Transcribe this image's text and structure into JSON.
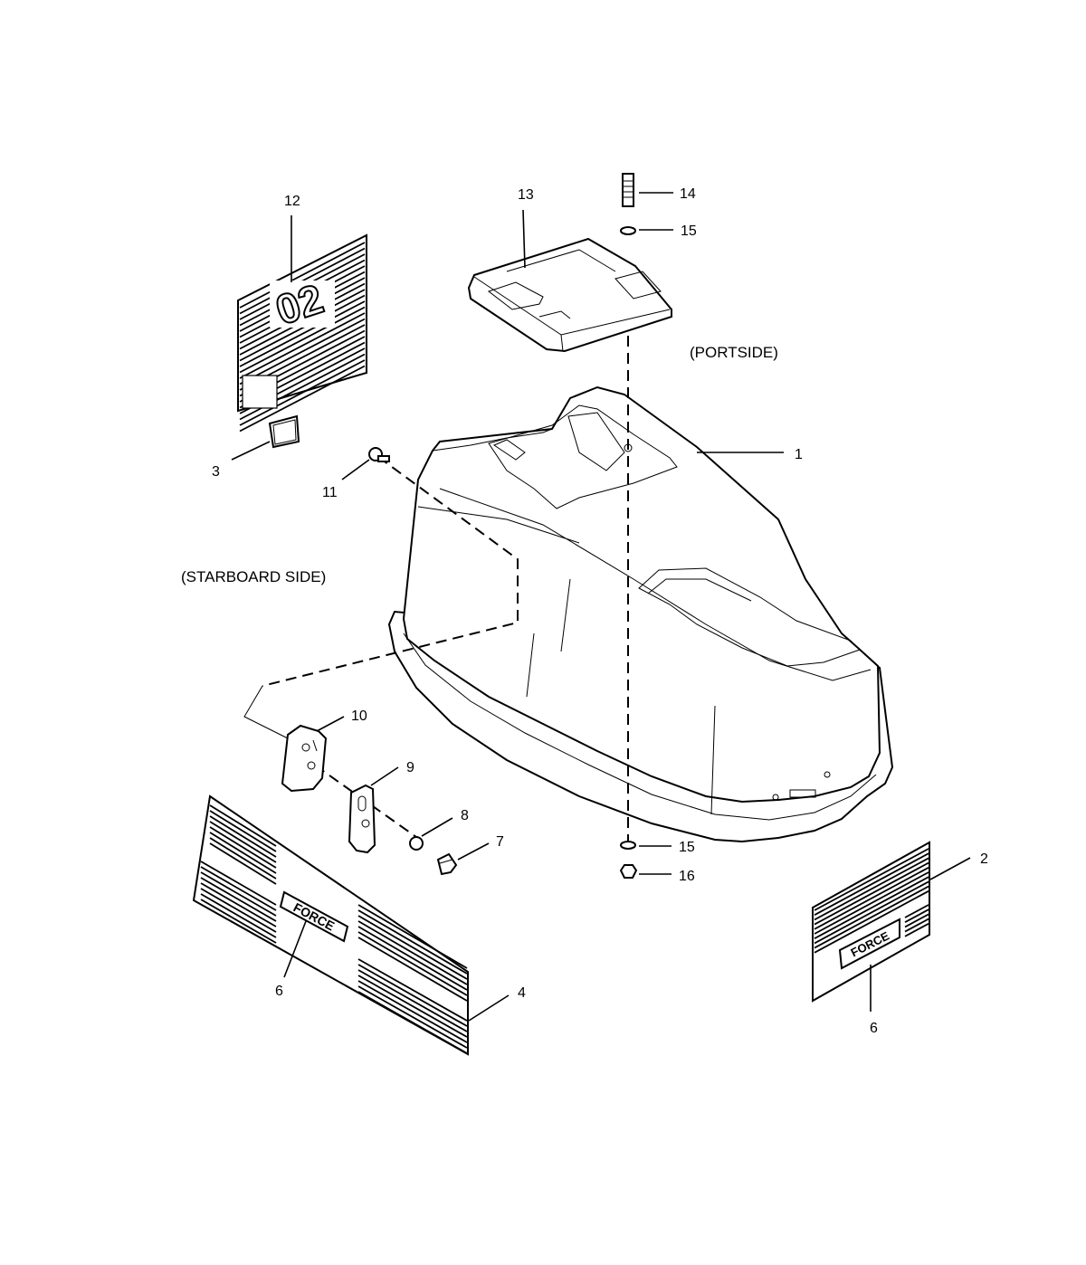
{
  "labels": {
    "portside": "(PORTSIDE)",
    "starboard": "(STARBOARD SIDE)"
  },
  "callouts": [
    {
      "id": "c1",
      "text": "1"
    },
    {
      "id": "c2",
      "text": "2"
    },
    {
      "id": "c3",
      "text": "3"
    },
    {
      "id": "c4",
      "text": "4"
    },
    {
      "id": "c6a",
      "text": "6"
    },
    {
      "id": "c6b",
      "text": "6"
    },
    {
      "id": "c7",
      "text": "7"
    },
    {
      "id": "c8",
      "text": "8"
    },
    {
      "id": "c9",
      "text": "9"
    },
    {
      "id": "c10",
      "text": "10"
    },
    {
      "id": "c11",
      "text": "11"
    },
    {
      "id": "c12",
      "text": "12"
    },
    {
      "id": "c13",
      "text": "13"
    },
    {
      "id": "c14",
      "text": "14"
    },
    {
      "id": "c15a",
      "text": "15"
    },
    {
      "id": "c15b",
      "text": "15"
    },
    {
      "id": "c16",
      "text": "16"
    }
  ],
  "decals": {
    "model_number": "02",
    "brand_front": "FORCE",
    "brand_side": "FORCE"
  }
}
